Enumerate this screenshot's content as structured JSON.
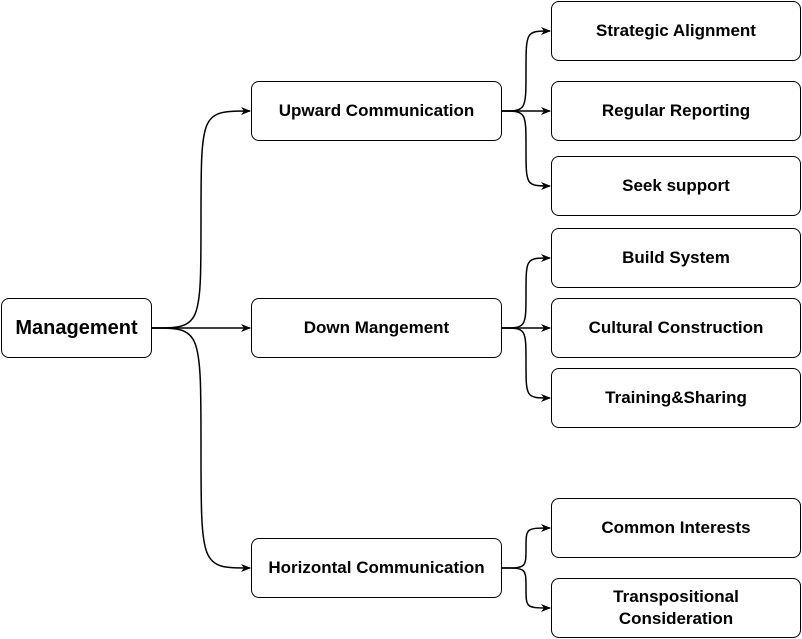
{
  "diagram": {
    "nodes": [
      {
        "id": "management",
        "label": "Management"
      },
      {
        "id": "upward",
        "label": "Upward Communication"
      },
      {
        "id": "down",
        "label": "Down Mangement"
      },
      {
        "id": "horizontal",
        "label": "Horizontal Communication"
      },
      {
        "id": "strategic",
        "label": "Strategic Alignment"
      },
      {
        "id": "reporting",
        "label": "Regular Reporting"
      },
      {
        "id": "support",
        "label": "Seek support"
      },
      {
        "id": "system",
        "label": "Build System"
      },
      {
        "id": "cultural",
        "label": "Cultural Construction"
      },
      {
        "id": "training",
        "label": "Training&Sharing"
      },
      {
        "id": "interests",
        "label": "Common Interests"
      },
      {
        "id": "transpositional",
        "label": "Transpositional\nConsideration"
      }
    ],
    "edges": [
      {
        "from": "management",
        "to": "upward"
      },
      {
        "from": "management",
        "to": "down"
      },
      {
        "from": "management",
        "to": "horizontal"
      },
      {
        "from": "upward",
        "to": "strategic"
      },
      {
        "from": "upward",
        "to": "reporting"
      },
      {
        "from": "upward",
        "to": "support"
      },
      {
        "from": "down",
        "to": "system"
      },
      {
        "from": "down",
        "to": "cultural"
      },
      {
        "from": "down",
        "to": "training"
      },
      {
        "from": "horizontal",
        "to": "interests"
      },
      {
        "from": "horizontal",
        "to": "transpositional"
      }
    ]
  }
}
